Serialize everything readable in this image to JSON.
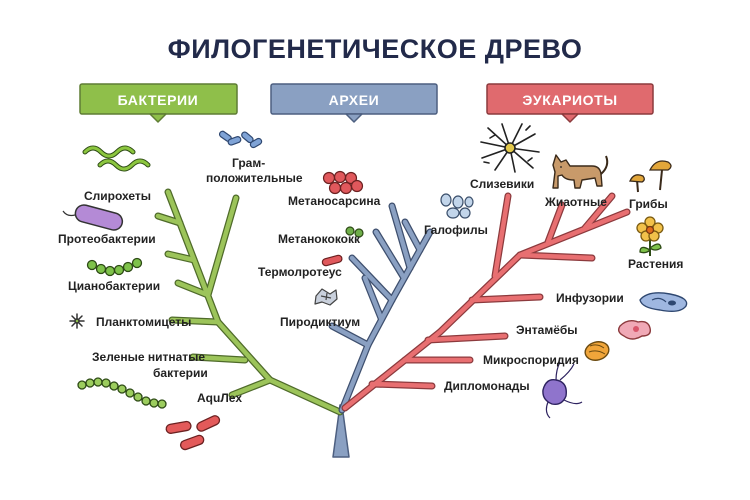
{
  "title": "ФИЛОГЕНЕТИЧЕСКОЕ ДРЕВО",
  "categories": {
    "bacteria": {
      "label": "БАКТЕРИИ",
      "color": "#8fbf4a",
      "branch": "#9cc45a"
    },
    "archaea": {
      "label": "АРХЕИ",
      "color": "#8aa0c2",
      "branch": "#7f97bf"
    },
    "eukaryota": {
      "label": "ЭУКАРИОТЫ",
      "color": "#e06a6e",
      "branch": "#e86f71"
    }
  },
  "leaves": {
    "spirochetes": "Слирохеты",
    "proteobacteria": "Протеобактерии",
    "cyanobacteria": "Цианобактерии",
    "planctomycetes": "Планктомицеты",
    "green_filamentous_1": "Зеленые нитнатые",
    "green_filamentous_2": "бактерии",
    "aquifex": "AquЛex",
    "gram_positive_1": "Грам-",
    "gram_positive_2": "положительные",
    "methanosarcina": "Метаносарсина",
    "methanococcus": "Метанокококк",
    "thermoproteus": "Термолротеус",
    "pyrodictium": "Пиродиктиум",
    "halophiles": "Галофилы",
    "slime_molds": "Слизевики",
    "animals": "Жиаотные",
    "fungi": "Грибы",
    "plants": "Растения",
    "ciliates": "Инфузории",
    "entamoebae": "Энтамёбы",
    "microsporidia": "Микроспоридия",
    "diplomonads": "Дипломонады"
  }
}
